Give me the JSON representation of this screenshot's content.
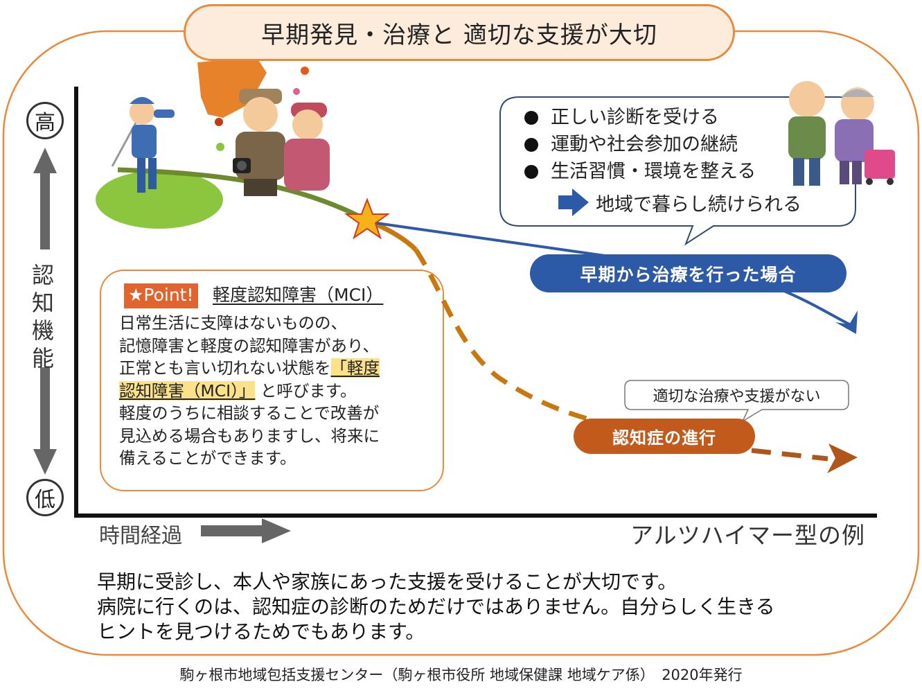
{
  "title": "早期発見・治療と 適切な支援が大切",
  "axis": {
    "high": "高",
    "low": "低",
    "vertical_label": "認知機能",
    "horizontal_label": "時間経過",
    "example_label": "アルツハイマー型の例"
  },
  "good_path": {
    "bullets": [
      "正しい診断を受ける",
      "運動や社会参加の継続",
      "生活習慣・環境を整える"
    ],
    "result": "地域で暮らし続けられる",
    "label": "早期から治療を行った場合"
  },
  "bad_path": {
    "callout": "適切な治療や支援がない",
    "label": "認知症の進行"
  },
  "point": {
    "badge": "★Point!",
    "title": "軽度認知障害（MCI）",
    "line1": "日常生活に支障はないものの、",
    "line2": "記憶障害と軽度の認知障害があり、",
    "line3a": "正常とも言い切れない状態を",
    "line3b": "「軽度",
    "line4a": "認知障害（MCI）」",
    "line4b": "と呼びます。",
    "line5": "軽度のうちに相談することで改善が",
    "line6": "見込める場合もありますし、将来に",
    "line7": "備えることができます。"
  },
  "bottom": {
    "line1": "早期に受診し、本人や家族にあった支援を受けることが大切です。",
    "line2": "病院に行くのは、認知症の診断のためだけではありません。自分らしく生きる",
    "line3": "ヒントを見つけるためでもあります。"
  },
  "footer": "駒ヶ根市地域包括支援センター（駒ヶ根市役所 地域保健課 地域ケア係）　2020年発行",
  "colors": {
    "frame": "#e9893a",
    "title_fill": "#fdecdc",
    "blue": "#2d5aa6",
    "orange": "#c25a1c",
    "point_badge": "#e1632e",
    "highlight": "#fbe28a"
  }
}
